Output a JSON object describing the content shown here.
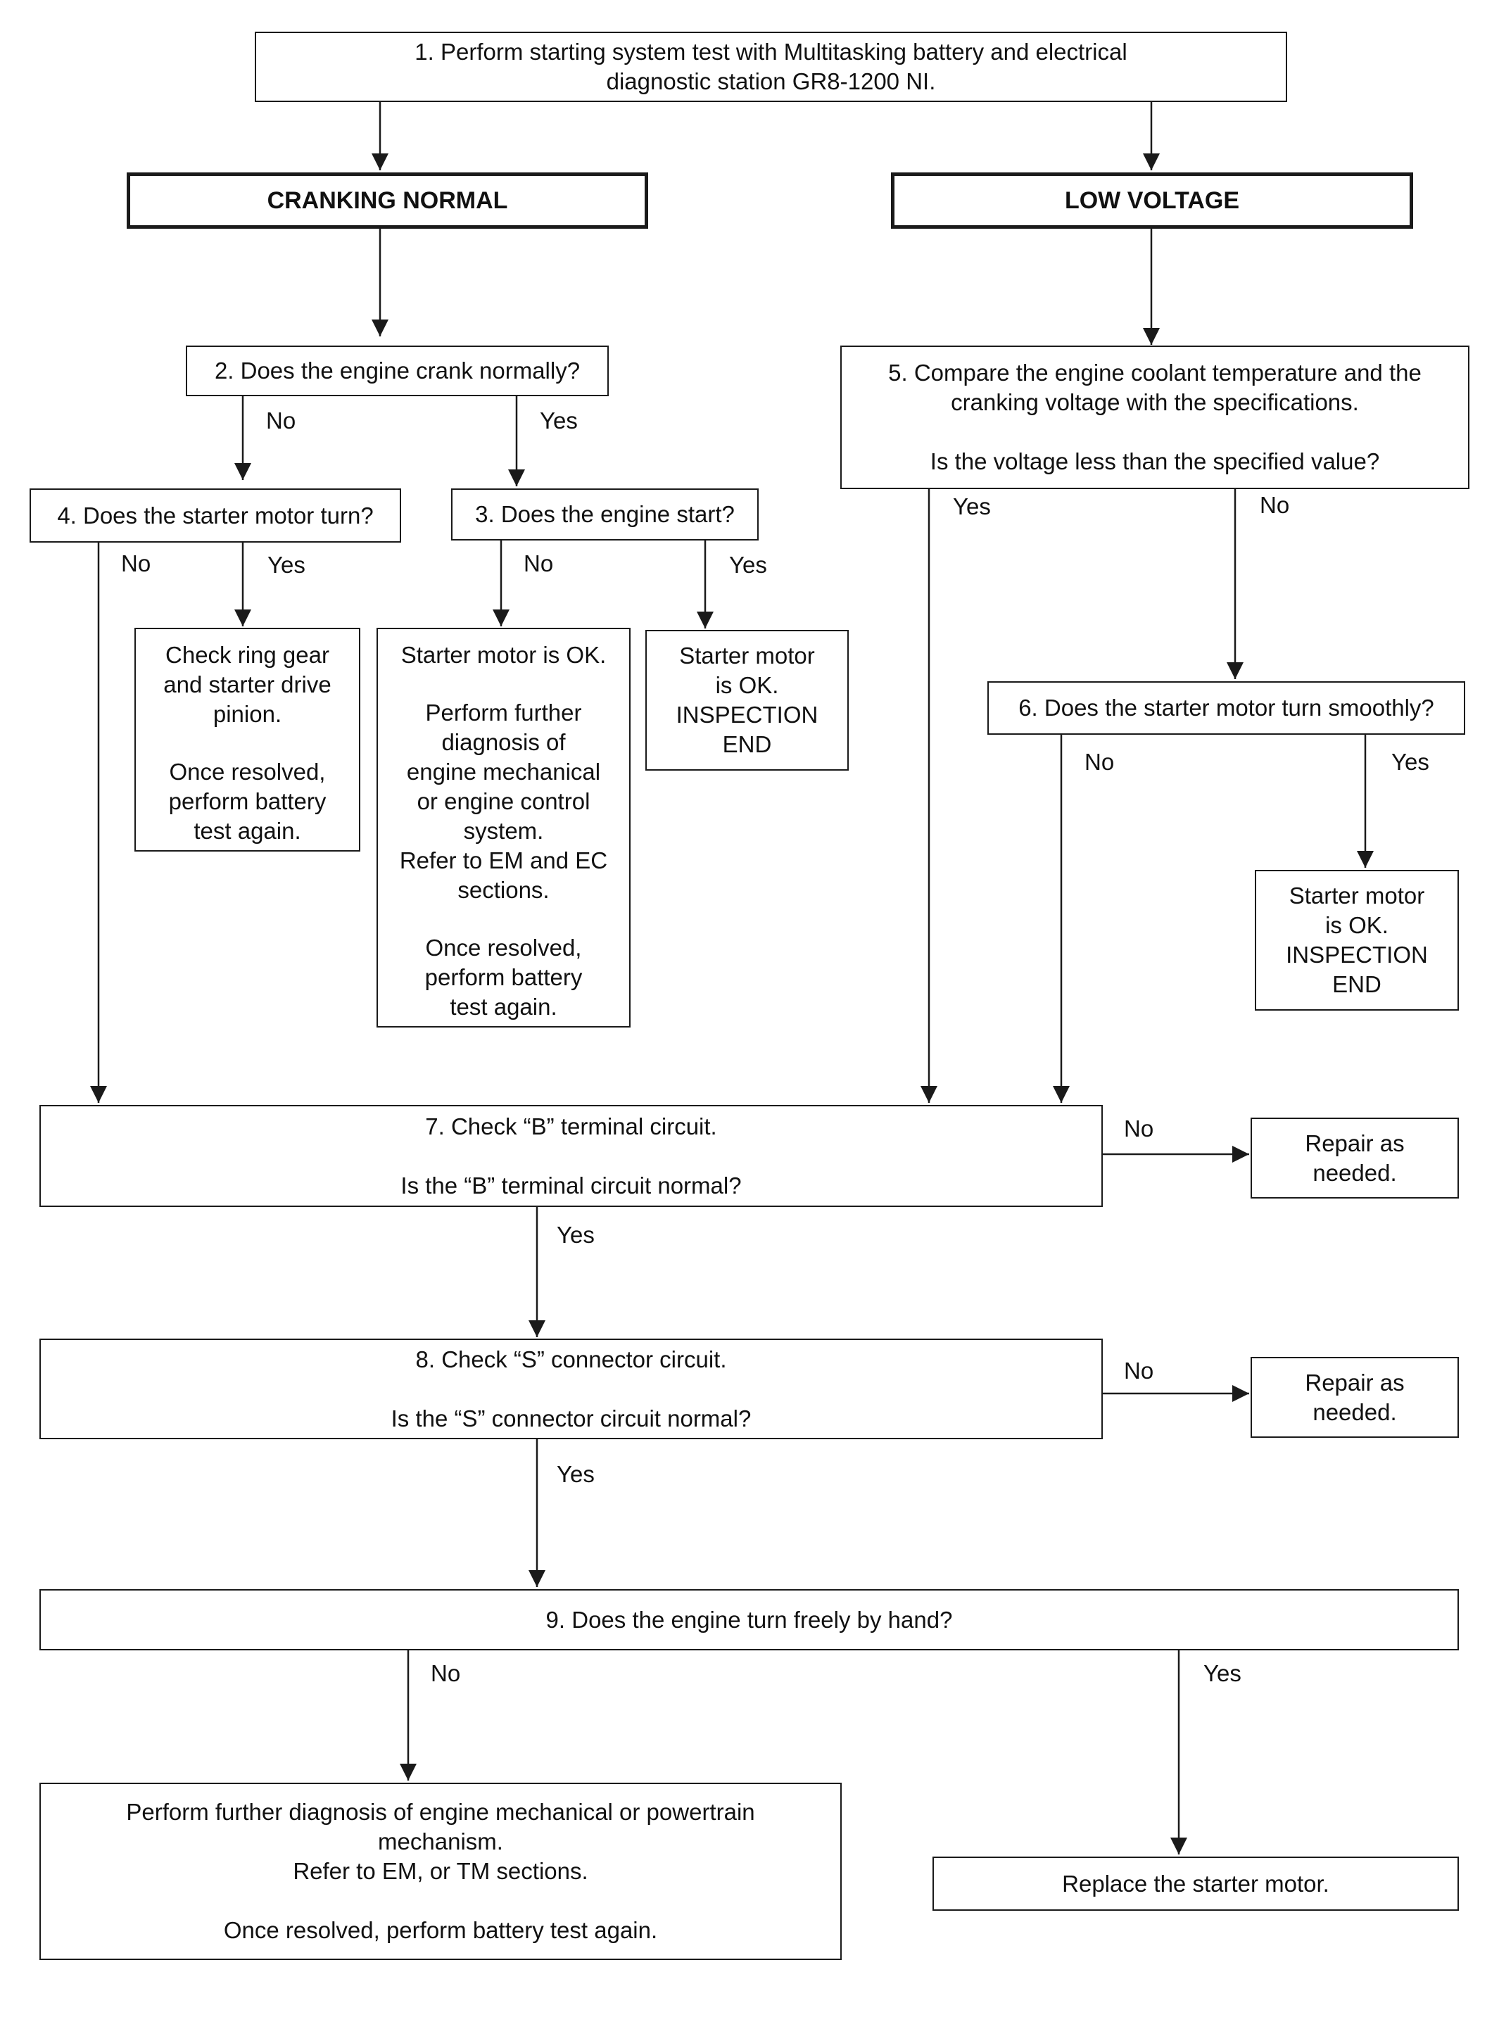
{
  "steps": {
    "s1": [
      "1. Perform starting system test with Multitasking battery and electrical",
      "diagnostic station GR8-1200 NI."
    ],
    "cranking_normal": "CRANKING NORMAL",
    "low_voltage": "LOW VOLTAGE",
    "s2": "2. Does the engine crank normally?",
    "s3": "3. Does the engine start?",
    "s4": "4. Does the starter motor turn?",
    "s5": [
      "5. Compare the engine coolant temperature and the",
      "cranking voltage with the specifications.",
      "",
      "Is the voltage less than the specified value?"
    ],
    "s6": "6. Does the starter motor turn smoothly?",
    "ring_gear": [
      "Check ring gear",
      "and starter drive",
      "pinion.",
      "",
      "Once resolved,",
      "perform battery",
      "test again."
    ],
    "starter_ok_further": [
      "Starter motor is OK.",
      "",
      "Perform further",
      "diagnosis of",
      "engine mechanical",
      "or engine control",
      "system.",
      "Refer to EM and EC",
      "sections.",
      "",
      "Once resolved,",
      "perform battery",
      "test again."
    ],
    "starter_ok_end_a": [
      "Starter motor",
      "is OK.",
      "INSPECTION",
      "END"
    ],
    "starter_ok_end_b": [
      "Starter motor",
      "is OK.",
      "INSPECTION",
      "END"
    ],
    "s7": [
      "7. Check “B” terminal circuit.",
      "",
      "Is the “B” terminal circuit normal?"
    ],
    "repair_b": [
      "Repair as",
      "needed."
    ],
    "s8": [
      "8. Check “S” connector circuit.",
      "",
      "Is the “S” connector circuit normal?"
    ],
    "repair_s": [
      "Repair as",
      "needed."
    ],
    "s9": "9. Does the engine turn freely by hand?",
    "powertrain": [
      "Perform further diagnosis of engine mechanical or powertrain",
      "mechanism.",
      "Refer to EM, or TM sections.",
      "",
      "Once resolved, perform battery test again."
    ],
    "replace": "Replace the starter motor."
  },
  "labels": {
    "s2_no": "No",
    "s2_yes": "Yes",
    "s4_no": "No",
    "s4_yes": "Yes",
    "s3_no": "No",
    "s3_yes": "Yes",
    "s5_yes": "Yes",
    "s5_no": "No",
    "s6_no": "No",
    "s6_yes": "Yes",
    "s7_no": "No",
    "s7_yes": "Yes",
    "s8_no": "No",
    "s8_yes": "Yes",
    "s9_no": "No",
    "s9_yes": "Yes"
  },
  "colors": {
    "line": "#1a1a1a",
    "background": "#ffffff"
  }
}
